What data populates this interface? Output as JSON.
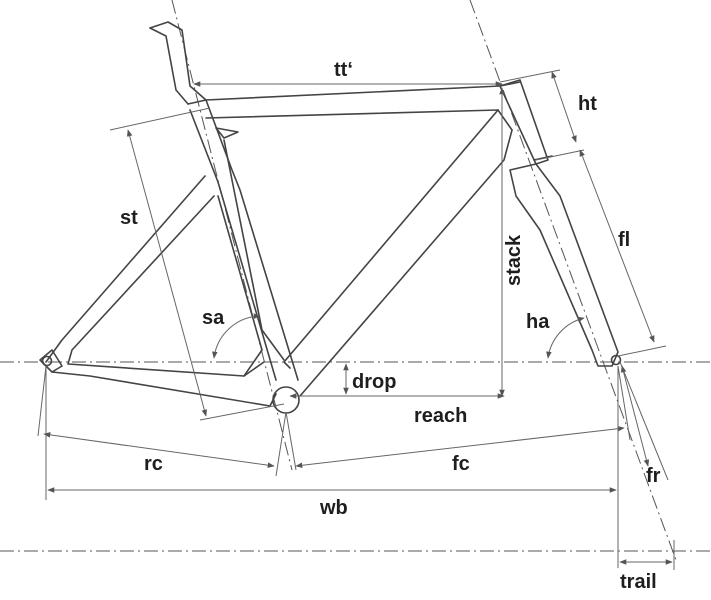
{
  "labels": {
    "tt": "tt‘",
    "ht": "ht",
    "st": "st",
    "fl": "fl",
    "stack": "stack",
    "sa": "sa",
    "ha": "ha",
    "drop": "drop",
    "reach": "reach",
    "rc": "rc",
    "fc": "fc",
    "fr": "fr",
    "wb": "wb",
    "trail": "trail"
  },
  "colors": {
    "line": "#444444",
    "text": "#1e1e1e",
    "background": "#ffffff"
  }
}
